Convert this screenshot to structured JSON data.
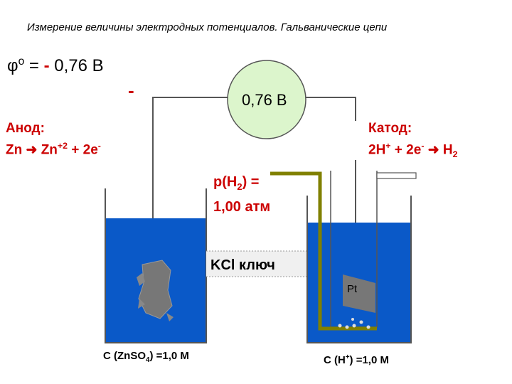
{
  "title": "Измерение величины электродных потенциалов. Гальванические цепи",
  "phi": {
    "symbol": "φ",
    "superscript": "o",
    "equals": "=",
    "minus": "-",
    "value": "0,76 В"
  },
  "electrode_sign": "-",
  "voltmeter": {
    "reading": "0,76 В"
  },
  "anode": {
    "title": "Анод:",
    "eq_left": "Zn",
    "eq_right": "Zn",
    "eq_right_sup": "+2",
    "eq_rest": "+ 2e",
    "eq_rest_sup": "-"
  },
  "cathode": {
    "title": "Катод:",
    "eq_left": "2H",
    "eq_left_sup": "+",
    "eq_mid": "+ 2e",
    "eq_mid_sup": "-",
    "eq_right": "H",
    "eq_right_sub": "2"
  },
  "pressure": {
    "p": "p",
    "h": "(H",
    "h_sub": "2",
    "h_close": ")",
    "eq": "=",
    "value": "1,00 атм"
  },
  "salt_bridge": {
    "label": "KCl ключ"
  },
  "pt_label": "Pt",
  "conc_left": {
    "a": "С (Zn",
    "b": "SO",
    "b_sub": "4",
    "c": ") =1,0 М"
  },
  "conc_right": {
    "a": "С (H",
    "a_sup": "+",
    "b": ") =1,0 М"
  },
  "colors": {
    "solution": "#0a59c8",
    "voltmeter_fill": "#dcf5cc",
    "hydrogen_tube": "#808000",
    "label_red": "#cc0000",
    "platinum": "#777777",
    "salt_bridge": "#f0f0f0"
  }
}
